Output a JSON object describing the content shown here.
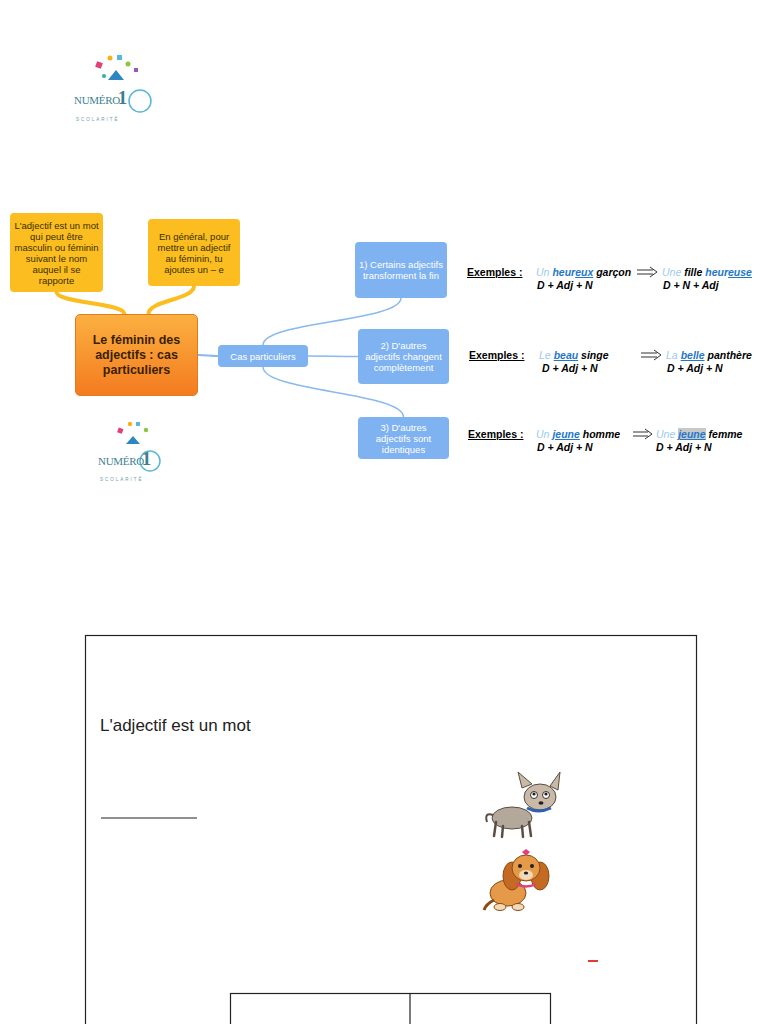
{
  "diagram": {
    "nodes": [
      {
        "text": [
          "L'adjectif est un mot qui peut être masculin ou féminin suivant le nom auquel il se rapporte"
        ]
      },
      {
        "text": [
          "En général, pour mettre un adjectif au féminin, tu ajoutes un – e"
        ]
      },
      {
        "text": [
          "Le féminin des adjectifs : cas particuliers"
        ]
      },
      {
        "text": [
          "Cas particuliers"
        ]
      },
      {
        "text": [
          "1) Certains adjectifs transforment la fin"
        ]
      },
      {
        "text": [
          "2) D'autres adjectifs changent complètement"
        ]
      },
      {
        "text": [
          "3) D'autres adjectifs sont identiques"
        ]
      }
    ],
    "edges": [
      {
        "from": 2,
        "to": 0,
        "arrow": "none"
      },
      {
        "from": 2,
        "to": 1,
        "arrow": "none"
      },
      {
        "from": 2,
        "to": 3,
        "arrow": "none"
      },
      {
        "from": 3,
        "to": 4,
        "arrow": "none"
      },
      {
        "from": 3,
        "to": 5,
        "arrow": "none"
      },
      {
        "from": 3,
        "to": 6,
        "arrow": "none"
      }
    ],
    "labels": [
      "NUMÉRO",
      "1",
      "SCOLARITÉ",
      "NUMÉRO",
      "1",
      "SCOLARITÉ",
      "Exemples :",
      "Un",
      "heur",
      "eux",
      "garçon",
      "Une",
      "fille",
      "heur",
      "euse",
      "D + Adj + N",
      "D + N + Adj",
      "Exemples :",
      "Le",
      "beau",
      "singe",
      "La",
      "belle",
      "panthère",
      "D + Adj + N",
      "D + Adj + N",
      "Exemples :",
      "Un",
      "jeune",
      "homme",
      "Une",
      "jeune",
      "femme",
      "D + Adj + N",
      "D + Adj + N",
      "L'adjectif est un mot"
    ]
  }
}
